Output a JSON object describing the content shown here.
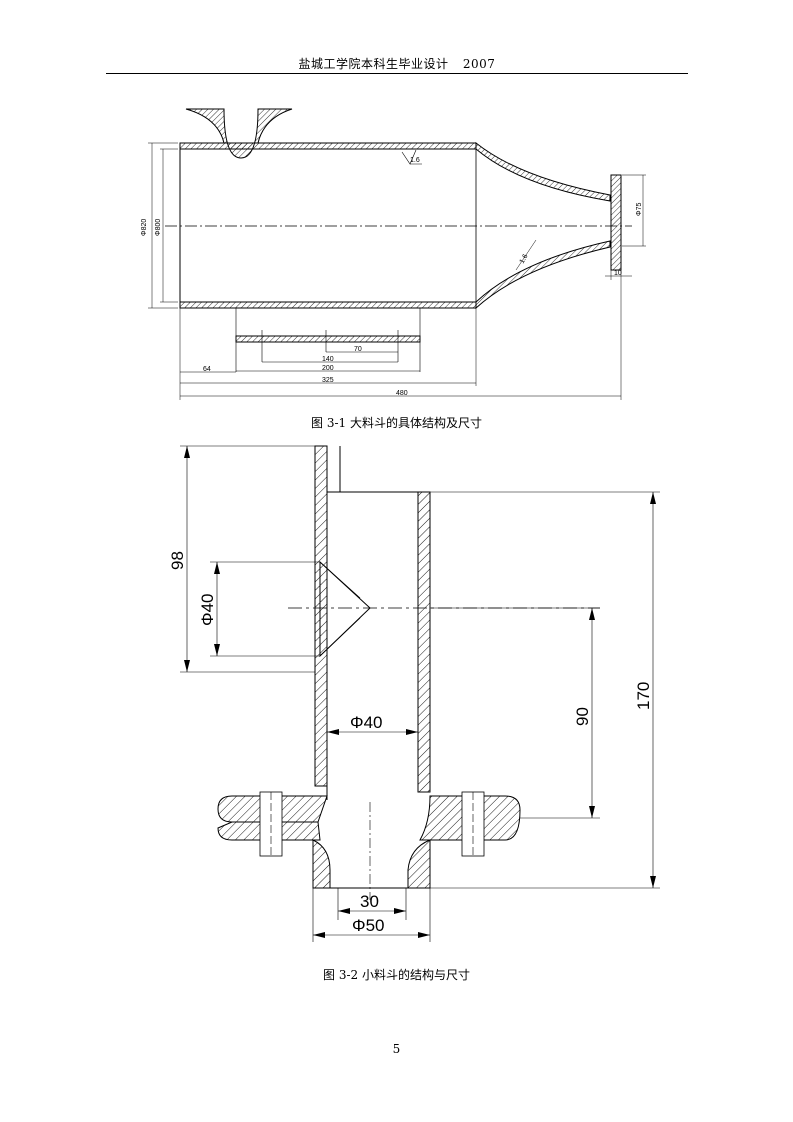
{
  "header": {
    "title": "盐城工学院本科生毕业设计",
    "year": "2007"
  },
  "figure1": {
    "caption": "图 3-1  大料斗的具体结构及尺寸",
    "dims": {
      "d_outer": "Φ820",
      "d_inner": "Φ800",
      "d_right": "Φ75",
      "flange_thk": "10",
      "roughness": "1.6",
      "roughness2": "1.6",
      "d_70": "70",
      "d_140": "140",
      "d_200": "200",
      "d_64": "64",
      "d_325": "325",
      "d_480": "480"
    }
  },
  "figure2": {
    "caption": "图 3-2  小料斗的结构与尺寸",
    "dims": {
      "d_98": "98",
      "d_phi40_left": "Φ40",
      "d_phi40_center": "Φ40",
      "d_90": "90",
      "d_170": "170",
      "d_30": "30",
      "d_phi50": "Φ50"
    }
  },
  "page": {
    "number": "5"
  }
}
